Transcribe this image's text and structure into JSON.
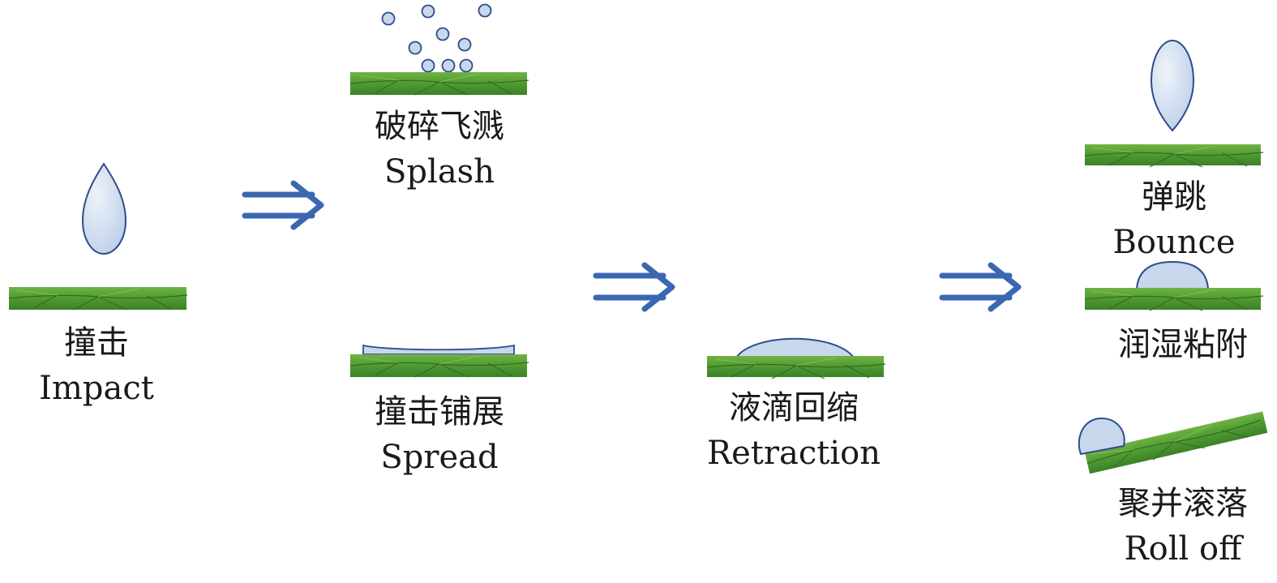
{
  "stages": {
    "impact": {
      "zh": "撞击",
      "en": "Impact"
    },
    "splash": {
      "zh": "破碎飞溅",
      "en": "Splash"
    },
    "spread": {
      "zh": "撞击铺展",
      "en": "Spread"
    },
    "retraction": {
      "zh": "液滴回缩",
      "en": "Retraction"
    },
    "bounce": {
      "zh": "弹跳",
      "en": "Bounce"
    },
    "wetting": {
      "zh": "润湿粘附"
    },
    "rolloff": {
      "zh": "聚并滚落",
      "en": "Roll off"
    }
  },
  "colors": {
    "arrow": "#3a67b0",
    "droplet_fill": "#c7d7ec",
    "droplet_stroke": "#2f4b8c",
    "leaf_dark": "#3f8a2a",
    "leaf_light": "#7fc04e"
  }
}
